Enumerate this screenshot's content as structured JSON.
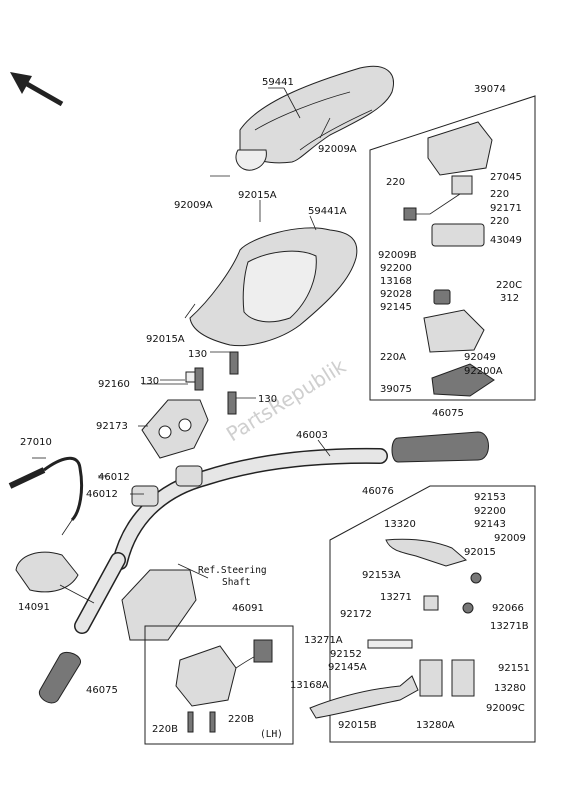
{
  "watermark": "PartsRepublik",
  "labels": {
    "p59441": "59441",
    "p92009A_a": "92009A",
    "p92009A_b": "92009A",
    "p92015A_a": "92015A",
    "p59441A": "59441A",
    "p92015A_b": "92015A",
    "p130_a": "130",
    "p130_b": "130",
    "p130_c": "130",
    "p92160": "92160",
    "p92173": "92173",
    "p46003": "46003",
    "p27010": "27010",
    "p46012_a": "46012",
    "p46012_b": "46012",
    "p46075_top": "46075",
    "p46075_bot": "46075",
    "p46076": "46076",
    "p14091": "14091",
    "p46091": "46091",
    "p220B_a": "220B",
    "p220B_b": "220B",
    "lh": "(LH)",
    "ref_steering": "Ref.Steering",
    "ref_shaft": "Shaft",
    "p39074": "39074",
    "p220_a": "220",
    "p27045": "27045",
    "p220_b": "220",
    "p92171": "92171",
    "p220_c": "220",
    "p43049": "43049",
    "p92009B": "92009B",
    "p92200_a": "92200",
    "p13168": "13168",
    "p92028": "92028",
    "p220C": "220C",
    "p312": "312",
    "p92145": "92145",
    "p220A": "220A",
    "p92049": "92049",
    "p92200A": "92200A",
    "p39075": "39075",
    "p92153": "92153",
    "p92200_b": "92200",
    "p92143": "92143",
    "p13320": "13320",
    "p92009": "92009",
    "p92015": "92015",
    "p92153A": "92153A",
    "p13271": "13271",
    "p92066": "92066",
    "p92172": "92172",
    "p13271A": "13271A",
    "p13271B": "13271B",
    "p92152": "92152",
    "p92145A": "92145A",
    "p92151": "92151",
    "p13168A": "13168A",
    "p13280": "13280",
    "p92015B": "92015B",
    "p13280A": "13280A",
    "p92009C": "92009C"
  }
}
